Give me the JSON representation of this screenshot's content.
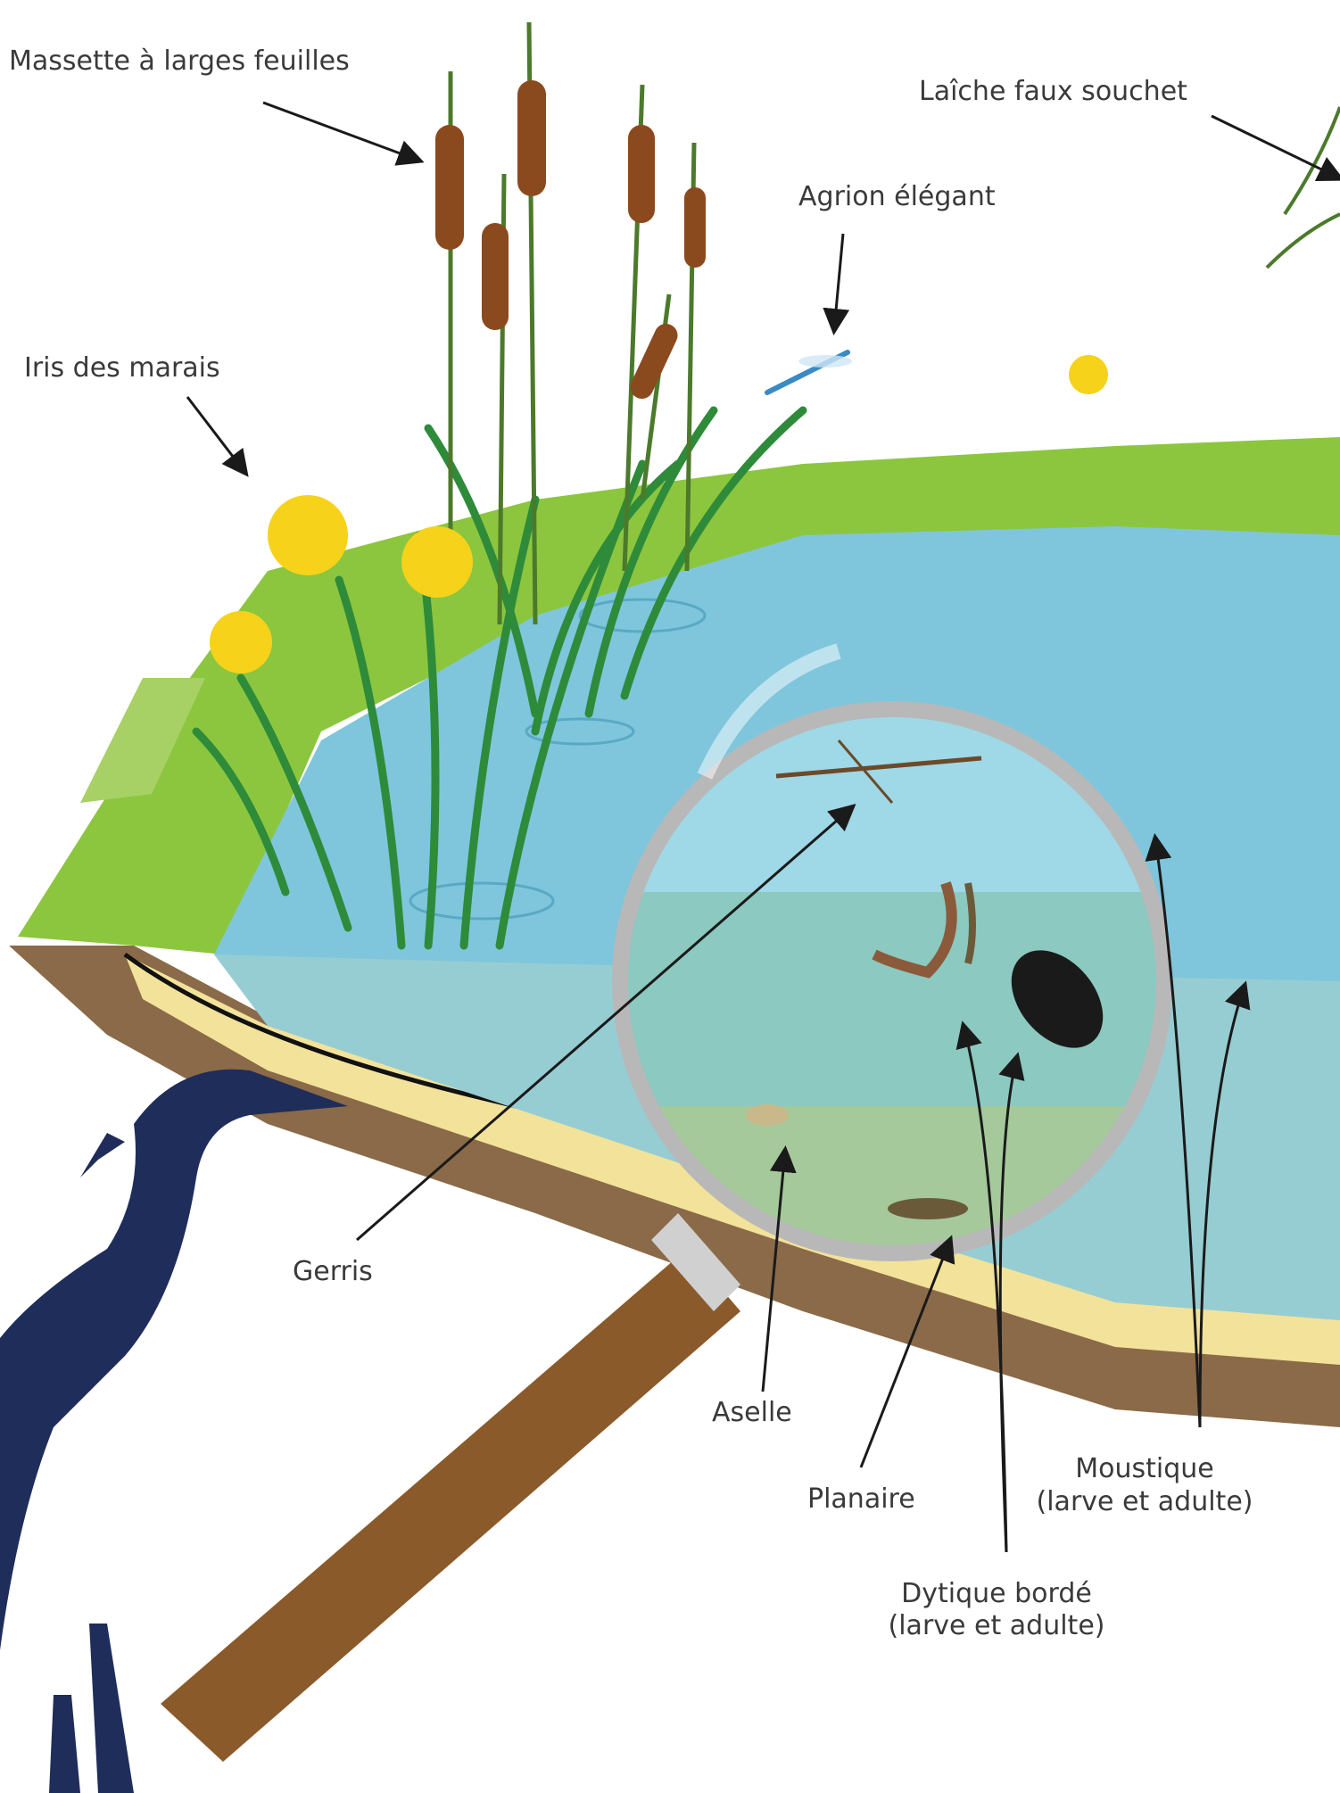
{
  "labels": {
    "massette": "Massette à larges feuilles",
    "laiche": "Laîche faux souchet",
    "agrion": "Agrion élégant",
    "iris": "Iris des marais",
    "gerris": "Gerris",
    "aselle": "Aselle",
    "planaire": "Planaire",
    "moustique_1": "Moustique",
    "moustique_2": "(larve et adulte)",
    "dytique_1": "Dytique bordé",
    "dytique_2": "(larve et adulte)"
  },
  "colors": {
    "water": "#7fc6dc",
    "water_deep": "#9fd0cf",
    "grass": "#8cc63f",
    "reed": "#2e8b3a",
    "cattail": "#8b4a1e",
    "iris": "#f6d21a",
    "sand": "#f3e29a",
    "soil": "#8a6a48",
    "heron": "#1f2d5a",
    "lens_rim": "#b8b8b8",
    "handle": "#8a5a2a"
  }
}
